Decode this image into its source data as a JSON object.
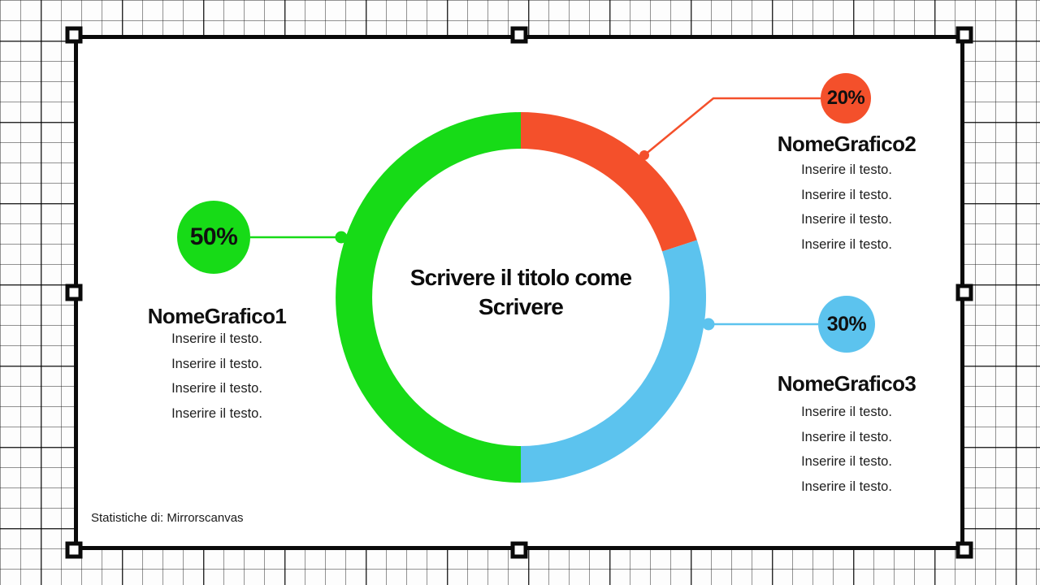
{
  "canvas": {
    "footer_text": "Statistiche di: Mirrorscanvas"
  },
  "chart_data": {
    "type": "pie",
    "subtype": "donut",
    "title": "Scrivere il titolo come Scrivere",
    "title_lines": [
      "Scrivere il titolo come",
      "Scrivere"
    ],
    "unit": "%",
    "total": 100,
    "start_angle_deg": 0,
    "clockwise_draw_order": [
      1,
      2,
      0
    ],
    "inner_radius_ratio": 0.8,
    "legend_position": "callouts",
    "segments": [
      {
        "name": "NomeGrafico1",
        "value": 50,
        "label": "50%",
        "color": "#17db17",
        "lines": [
          "Inserire il testo.",
          "Inserire il testo.",
          "Inserire il testo.",
          "Inserire il testo."
        ]
      },
      {
        "name": "NomeGrafico2",
        "value": 20,
        "label": "20%",
        "color": "#f4502b",
        "lines": [
          "Inserire il testo.",
          "Inserire il testo.",
          "Inserire il testo.",
          "Inserire il testo."
        ]
      },
      {
        "name": "NomeGrafico3",
        "value": 30,
        "label": "30%",
        "color": "#5cc3ee",
        "lines": [
          "Inserire il testo.",
          "Inserire il testo.",
          "Inserire il testo.",
          "Inserire il testo."
        ]
      }
    ]
  }
}
